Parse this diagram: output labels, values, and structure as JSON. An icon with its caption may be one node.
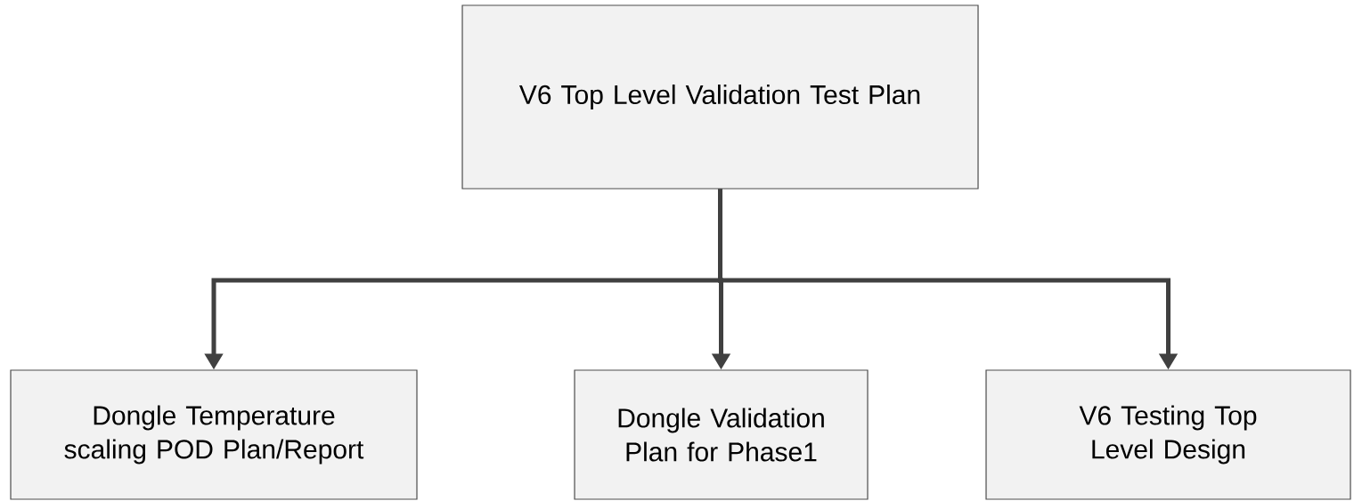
{
  "diagram": {
    "nodes": [
      {
        "text": [
          "V6 Top Level Validation Test Plan"
        ]
      },
      {
        "text": [
          "Dongle Temperature scaling POD Plan/Report"
        ]
      },
      {
        "text": [
          "Dongle Validation Plan for Phase1"
        ]
      },
      {
        "text": [
          "V6 Testing Top Level Design"
        ]
      }
    ],
    "edges": [
      {
        "from": 0,
        "to": 1,
        "arrow": "to"
      },
      {
        "from": 0,
        "to": 2,
        "arrow": "to"
      },
      {
        "from": 0,
        "to": 3,
        "arrow": "to"
      }
    ]
  }
}
